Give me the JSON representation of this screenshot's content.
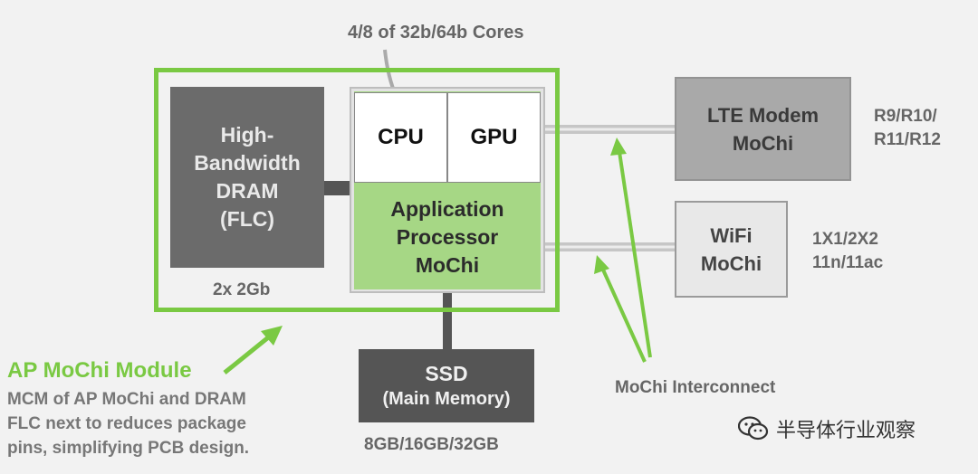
{
  "cores_note": "4/8 of 32b/64b Cores",
  "dram": {
    "lines": [
      "High-",
      "Bandwidth",
      "DRAM",
      "(FLC)"
    ],
    "capacity": "2x 2Gb"
  },
  "cpu_label": "CPU",
  "gpu_label": "GPU",
  "ap": {
    "lines": [
      "Application",
      "Processor",
      "MoChi"
    ]
  },
  "lte": {
    "lines": [
      "LTE Modem",
      "MoChi"
    ],
    "spec_lines": [
      "R9/R10/",
      "R11/R12"
    ]
  },
  "wifi": {
    "lines": [
      "WiFi",
      "MoChi"
    ],
    "spec_lines": [
      "1X1/2X2",
      "11n/11ac"
    ]
  },
  "ssd": {
    "title": "SSD",
    "subtitle": "(Main Memory)",
    "capacity": "8GB/16GB/32GB"
  },
  "interconnect_label": "MoChi Interconnect",
  "module": {
    "title": "AP MoChi Module",
    "desc_lines": [
      "MCM of AP MoChi and DRAM",
      "FLC next to reduces package",
      "pins, simplifying PCB design."
    ]
  },
  "watermark": "半导体行业观察",
  "colors": {
    "green": "#7ac943",
    "dram": "#6b6b6b",
    "ssd": "#555555",
    "lte": "#a9a9a9"
  },
  "icons": [
    "wechat-icon"
  ]
}
